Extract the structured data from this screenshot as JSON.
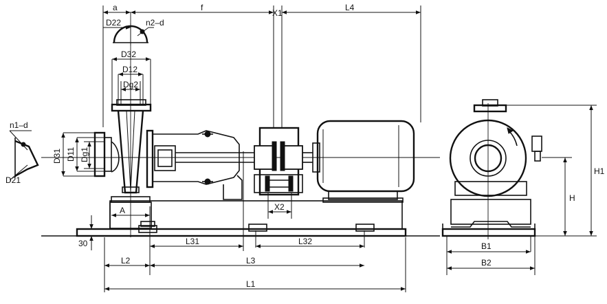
{
  "labels": {
    "a": "a",
    "f": "f",
    "x1": "X1",
    "l4": "L4",
    "d22": "D22",
    "n2d": "n2–d",
    "d32": "D32",
    "d12": "D12",
    "dg2": "Dg2",
    "n1d": "n1–d",
    "d31": "D31",
    "d11": "D11",
    "dg1": "Dg1",
    "d21": "D21",
    "aa": "A",
    "x2": "X2",
    "h30": "30",
    "l31": "L31",
    "l32": "L32",
    "l2": "L2",
    "l3": "L3",
    "l1": "L1",
    "h1": "H1",
    "h": "H",
    "b1": "B1",
    "b2": "B2"
  }
}
